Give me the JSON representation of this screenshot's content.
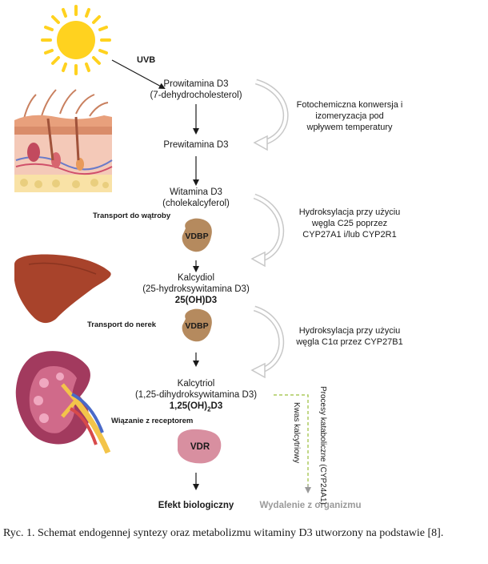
{
  "uvb_label": "UVB",
  "steps": {
    "prowitamina_d3": "Prowitamina D3",
    "dehydrocholesterol": "(7-dehydrocholesterol)",
    "prewitamina_d3": "Prewitamina D3",
    "witamina_d3": "Witamina D3",
    "cholekalcyferol": "(cholekalcyferol)",
    "kalcydiol": "Kalcydiol",
    "hydroksywitamina": "(25-hydroksywitamina D3)",
    "oh_d3": "25(OH)D3",
    "kalcytriol": "Kalcytriol",
    "dihydroksywitamina": "(1,25-dihydroksywitamina D3)",
    "oh2_d3_prefix": "1,25(OH)",
    "oh2_d3_sub": "2",
    "oh2_d3_suffix": "D3",
    "efekt": "Efekt biologiczny",
    "wydalenie": "Wydalenie z organizmu"
  },
  "side_notes": {
    "photo_1": "Fotochemiczna konwersja i",
    "photo_2": "izomeryzacja pod",
    "photo_3": "wpływem temperatury",
    "hydro25_1": "Hydroksylacja przy użyciu",
    "hydro25_2": "węgla C25 poprzez",
    "hydro25_3": "CYP27A1 i/lub CYP2R1",
    "hydro1_1": "Hydroksylacja przy użyciu",
    "hydro1_2": "węgla C1α przez CYP27B1"
  },
  "labels": {
    "transport_watroby": "Transport do wątroby",
    "transport_nerek": "Transport do nerek",
    "wiazanie": "Wiązanie z receptorem"
  },
  "proteins": {
    "vdbp_1": "VDBP",
    "vdbp_2": "VDBP",
    "vdr": "VDR"
  },
  "vertical": {
    "procesy": "Procesy kataboliczne (CYP24A1)",
    "kwas": "Kwas kalcytriowy"
  },
  "caption": "Ryc. 1. Schemat endogennej syntezy oraz metabolizmu witaminy D3 utworzony na podstawie [8].",
  "colors": {
    "sun": "#FFD21F",
    "vdbp": "#B58A5E",
    "vdr": "#D88FA0",
    "liver": "#A8432B",
    "kidney": "#A23A5E",
    "dashed_arrow": "#9ABF3A",
    "curved_arrow": "#C8C8C8"
  }
}
